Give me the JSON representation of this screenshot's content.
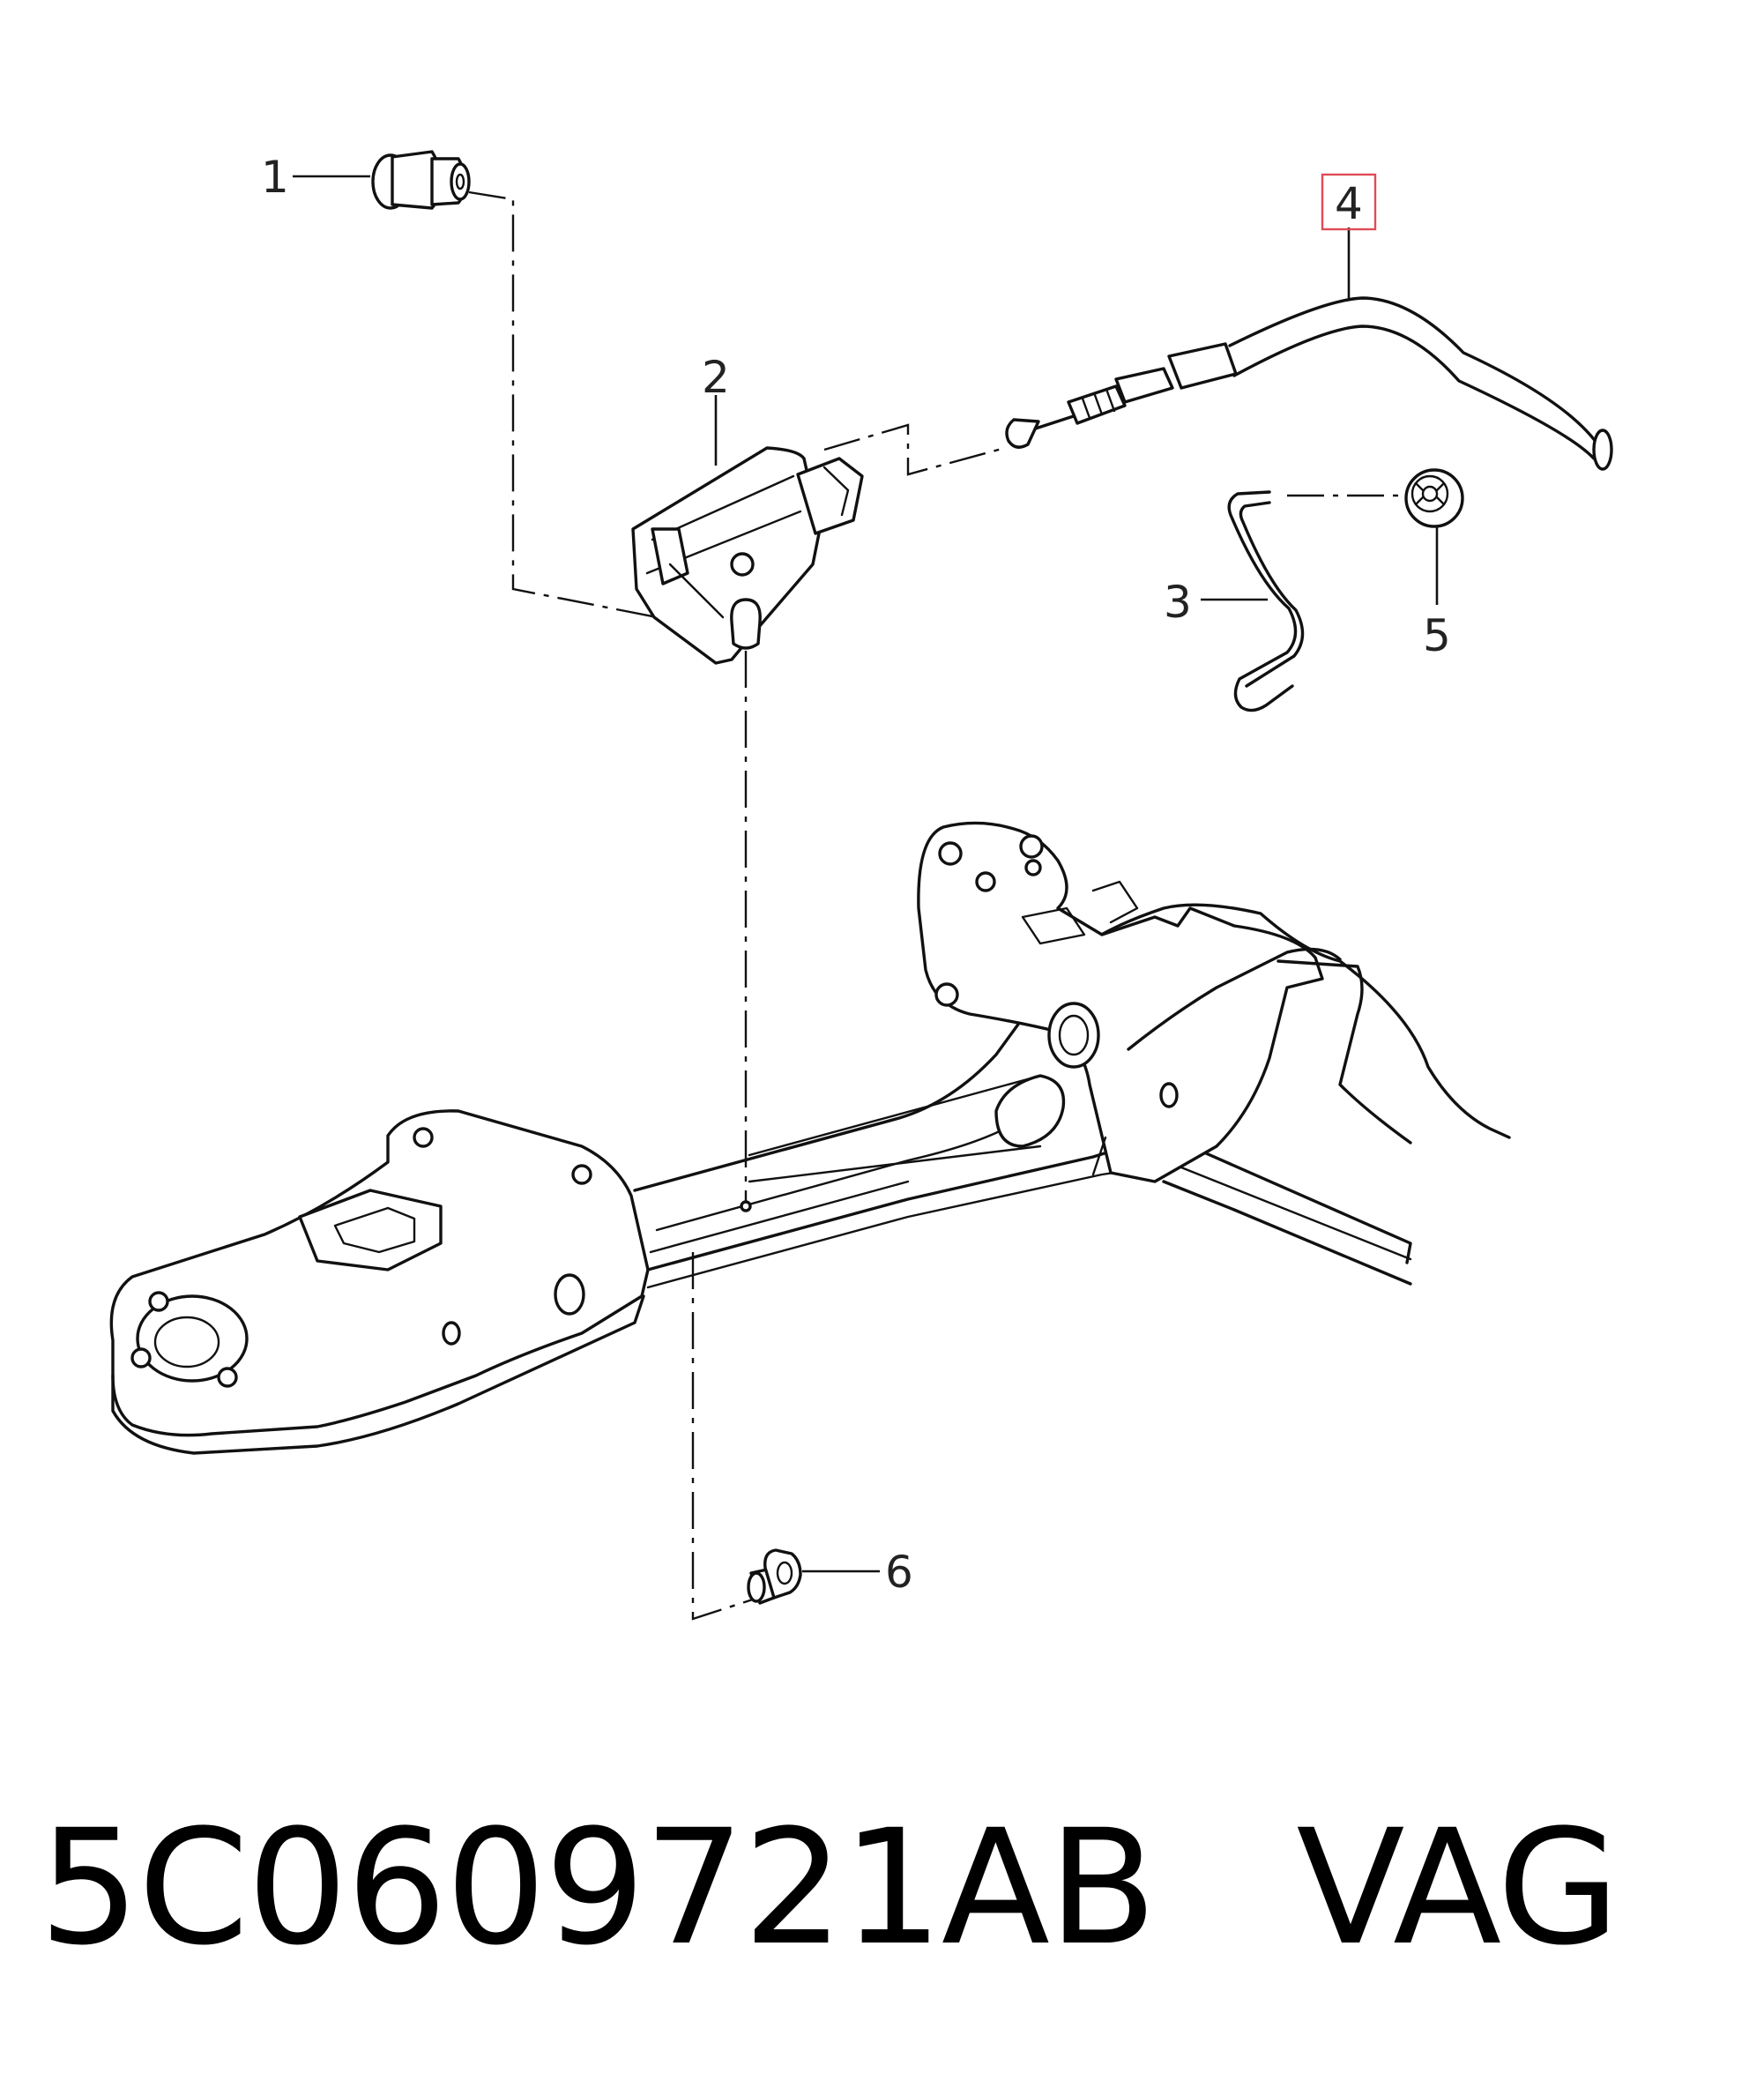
{
  "callouts": [
    {
      "id": "1",
      "label": "1"
    },
    {
      "id": "2",
      "label": "2"
    },
    {
      "id": "3",
      "label": "3"
    },
    {
      "id": "4",
      "label": "4",
      "highlighted": true
    },
    {
      "id": "5",
      "label": "5"
    },
    {
      "id": "6",
      "label": "6"
    }
  ],
  "footer": {
    "part_number": "5C0609721AB",
    "brand": "VAG"
  },
  "colors": {
    "line": "#111111",
    "highlight": "#e04b57",
    "background": "#ffffff"
  }
}
